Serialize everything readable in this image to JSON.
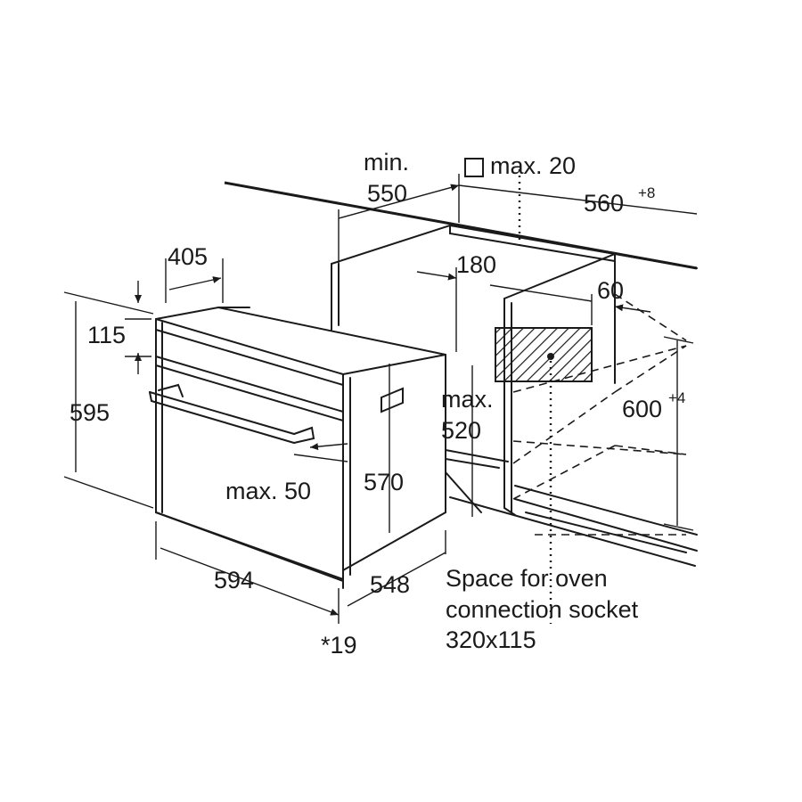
{
  "dimensions": {
    "min_label": "min.",
    "min_value": "550",
    "max20": "max. 20",
    "width_560": "560",
    "width_560_tol": "+8",
    "depth_405": "405",
    "dist_180": "180",
    "dist_60": "60",
    "height_115": "115",
    "height_595": "595",
    "height_600": "600",
    "height_600_tol": "+4",
    "max_label": "max.",
    "max_520": "520",
    "height_570": "570",
    "max50": "max. 50",
    "width_594": "594",
    "depth_548": "548",
    "note_19": "*19"
  },
  "socket_note": {
    "line1": "Space for oven",
    "line2": "connection socket",
    "line3": "320x115"
  }
}
